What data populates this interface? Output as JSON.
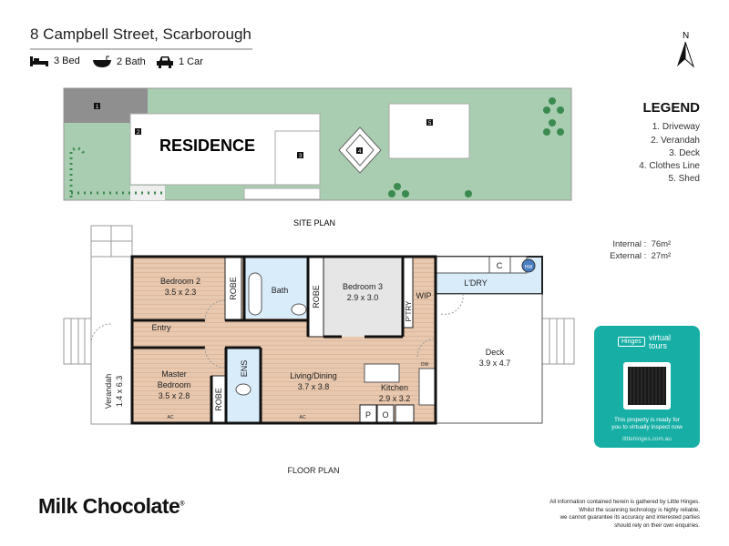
{
  "header": {
    "address": "8 Campbell Street, Scarborough",
    "features": [
      {
        "icon": "bed-icon",
        "label": "3 Bed"
      },
      {
        "icon": "bath-icon",
        "label": "2 Bath"
      },
      {
        "icon": "car-icon",
        "label": "1 Car"
      }
    ]
  },
  "compass": {
    "label": "N"
  },
  "site_plan": {
    "label": "SITE PLAN",
    "residence": "RESIDENCE",
    "markers": [
      "1",
      "2",
      "3",
      "4",
      "5"
    ]
  },
  "legend": {
    "title": "LEGEND",
    "items": [
      "1. Driveway",
      "2. Verandah",
      "3. Deck",
      "4. Clothes Line",
      "5. Shed"
    ]
  },
  "areas": {
    "internal_label": "Internal",
    "internal_value": "76m²",
    "external_label": "External",
    "external_value": "27m²",
    "sep": ":"
  },
  "floor_plan": {
    "label": "FLOOR PLAN",
    "rooms": {
      "bed2": "Bedroom 2",
      "bed2_dim": "3.5 x 2.3",
      "robe": "ROBE",
      "bath": "Bath",
      "bed3": "Bedroom 3",
      "bed3_dim": "2.9 x 3.0",
      "wip": "WIP",
      "pantry": "P'TRY",
      "laundry": "L'DRY",
      "c": "C",
      "hw": "HW",
      "entry": "Entry",
      "master1": "Master",
      "master2": "Bedroom",
      "master_dim": "3.5 x 2.8",
      "ens": "ENS",
      "living": "Living/Dining",
      "living_dim": "3.7 x 3.8",
      "kitchen": "Kitchen",
      "kitchen_dim": "2.9 x 3.2",
      "dw": "DW",
      "p": "P",
      "o": "O",
      "deck": "Deck",
      "deck_dim": "3.9 x 4.7",
      "verandah": "Verandah",
      "verandah_dim": "1.4 x 6.3",
      "ac": "AC"
    }
  },
  "tour": {
    "brand_small": "Hinges",
    "brand_title": "virtual",
    "brand_sub": "tours",
    "text1": "This property is ready for",
    "text2": "you to virtually inspect now",
    "url": "littlehinges.com.au"
  },
  "footer": {
    "logo": "Milk Chocolate",
    "logo_mark": "®",
    "disclaimer": [
      "All information contained herein is gathered by Little Hinges.",
      "Whilst the scanning technology is highly reliable,",
      "we cannot guarantee its accuracy and interested parties",
      "should rely on their own enquiries."
    ]
  }
}
